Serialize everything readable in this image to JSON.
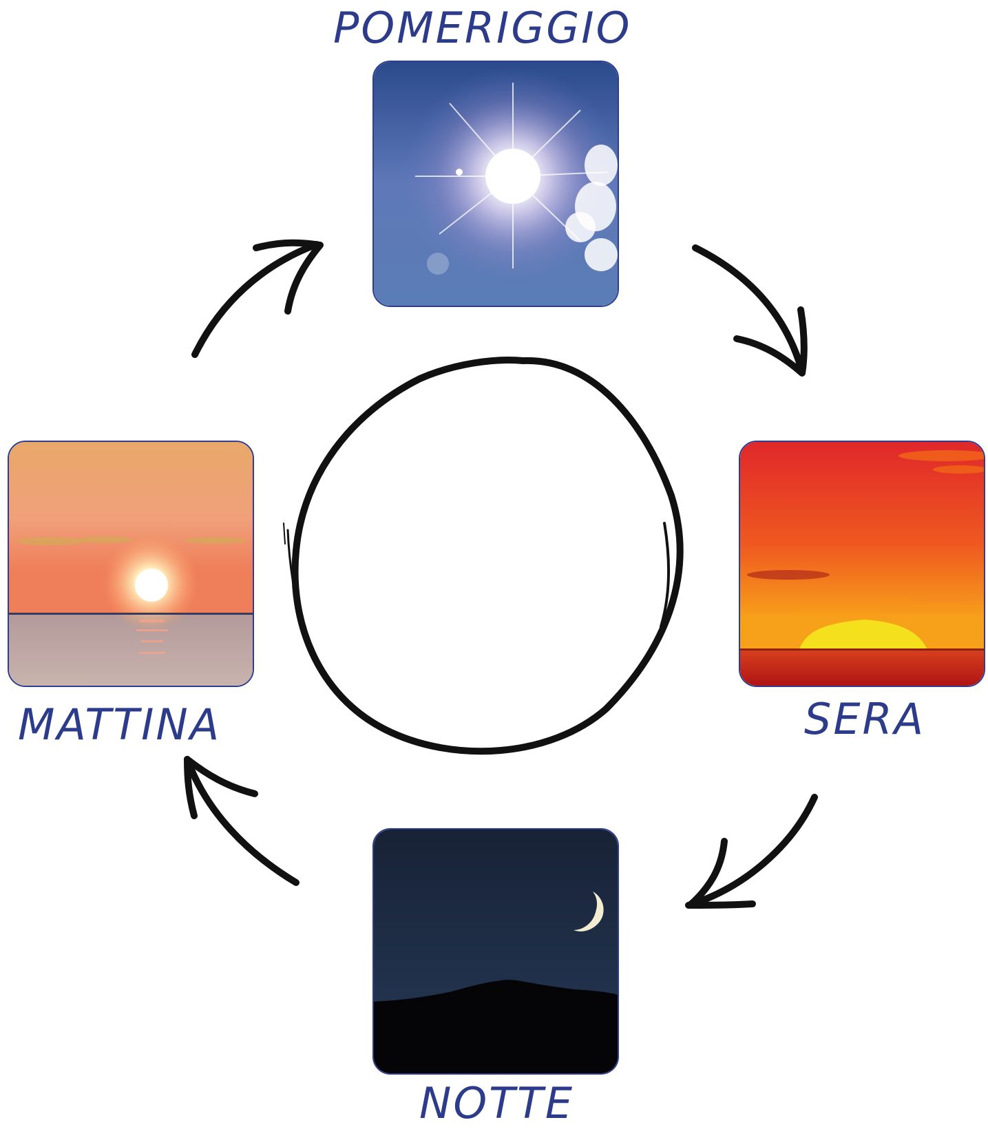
{
  "phases": {
    "pomeriggio": "POMERIGGIO",
    "sera": "SERA",
    "notte": "NOTTE",
    "mattina": "MATTINA"
  },
  "images": {
    "pomeriggio": "bright sun in blue sky with clouds",
    "sera": "orange sunset over the horizon",
    "notte": "crescent moon over a dark hill at night",
    "mattina": "sunrise over the sea"
  },
  "colors": {
    "label": "#2c3b8a",
    "tile_border": "#2f3d8f",
    "arrow": "#111111"
  },
  "icons": [
    "cycle-circle",
    "arrow-icon"
  ]
}
